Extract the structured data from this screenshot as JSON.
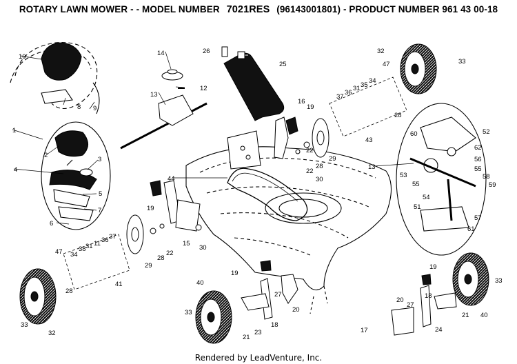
{
  "header": {
    "prefix": "ROTARY LAWN MOWER - - MODEL NUMBER",
    "model": "7021RES",
    "suffix": "(96143001801) - PRODUCT NUMBER 961 43 00-18"
  },
  "parts": [
    "1",
    "2",
    "3",
    "4",
    "5",
    "6",
    "7",
    "8",
    "9",
    "10",
    "11",
    "12",
    "13",
    "14",
    "15",
    "16",
    "17",
    "18",
    "19",
    "20",
    "21",
    "22",
    "23",
    "24",
    "25",
    "26",
    "27",
    "28",
    "29",
    "30",
    "31",
    "32",
    "33",
    "34",
    "35",
    "36",
    "37",
    "38",
    "40",
    "41",
    "43",
    "44",
    "47",
    "51",
    "52",
    "53",
    "54",
    "55",
    "56",
    "57",
    "58",
    "59",
    "60",
    "61",
    "62"
  ],
  "footer": "Rendered by LeadVenture, Inc."
}
